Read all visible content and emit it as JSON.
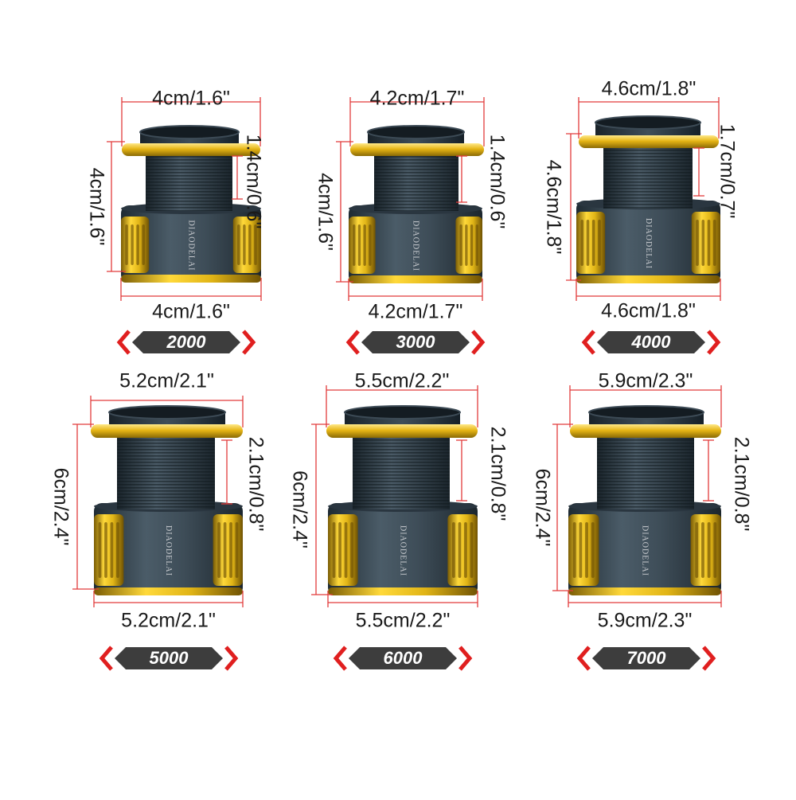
{
  "colors": {
    "gold": "#e0b416",
    "gold_dark": "#8a6a05",
    "gold_light": "#ffe066",
    "spool_body": "#3a4a55",
    "spool_dark": "#1e2a33",
    "dim_line": "#e23b3b",
    "badge_bg": "#3d3d3d",
    "badge_accent": "#e01f1f"
  },
  "spools": [
    {
      "model": "2000",
      "top_width": "4cm/1.6\"",
      "height": "4cm/1.6\"",
      "line_depth": "1.4cm/0.6\"",
      "bottom_width": "4cm/1.6\"",
      "logo": "DIAODELAI"
    },
    {
      "model": "3000",
      "top_width": "4.2cm/1.7\"",
      "height": "4cm/1.6\"",
      "line_depth": "1.4cm/0.6\"",
      "bottom_width": "4.2cm/1.7\"",
      "logo": "DIAODELAI"
    },
    {
      "model": "4000",
      "top_width": "4.6cm/1.8\"",
      "height": "4.6cm/1.8\"",
      "line_depth": "1.7cm/0.7\"",
      "bottom_width": "4.6cm/1.8\"",
      "logo": "DIAODELAI"
    },
    {
      "model": "5000",
      "top_width": "5.2cm/2.1\"",
      "height": "6cm/2.4\"",
      "line_depth": "2.1cm/0.8\"",
      "bottom_width": "5.2cm/2.1\"",
      "logo": "DIAODELAI"
    },
    {
      "model": "6000",
      "top_width": "5.5cm/2.2\"",
      "height": "6cm/2.4\"",
      "line_depth": "2.1cm/0.8\"",
      "bottom_width": "5.5cm/2.2\"",
      "logo": "DIAODELAI"
    },
    {
      "model": "7000",
      "top_width": "5.9cm/2.3\"",
      "height": "6cm/2.4\"",
      "line_depth": "2.1cm/0.8\"",
      "bottom_width": "5.9cm/2.3\"",
      "logo": "DIAODELAI"
    }
  ]
}
